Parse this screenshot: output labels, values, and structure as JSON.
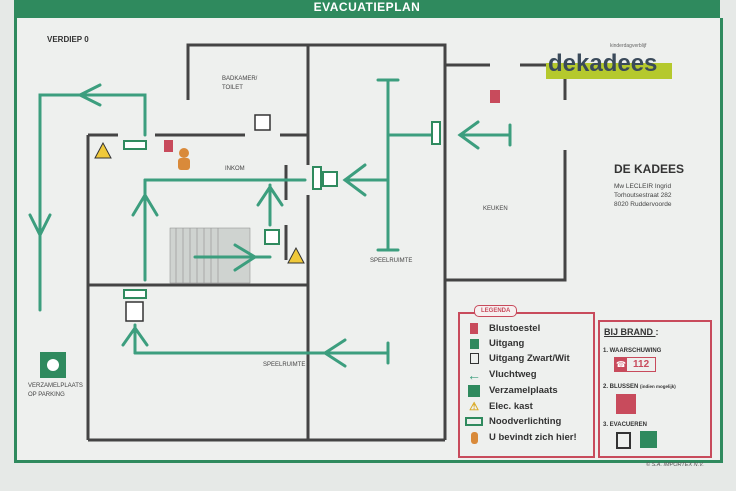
{
  "header": {
    "title": "EVACUATIEPLAN"
  },
  "plan": {
    "floor_label": "VERDIEP 0",
    "rooms": {
      "badkamer": "BADKAMER/",
      "toilet": "TOILET",
      "inkom": "INKOM",
      "speelruimte_center": "SPEELRUIMTE",
      "speelruimte_lower": "SPEELRUIMTE",
      "keuken": "KEUKEN"
    },
    "assembly": {
      "line1": "VERZAMELPLAATS",
      "line2": "OP PARKING"
    }
  },
  "logo": {
    "word": "dekadees",
    "sub": "kinderdagverblijf"
  },
  "organization": {
    "name": "DE KADEES",
    "contact": "Mw LECLEIR Ingrid",
    "street": "Torhoutsestraat 282",
    "city": "8020 Ruddervoorde"
  },
  "legend": {
    "title": "LEGENDA",
    "items": [
      {
        "label": "Blustoestel",
        "icon": "fire-extinguisher-icon"
      },
      {
        "label": "Uitgang",
        "icon": "exit-icon"
      },
      {
        "label": "Uitgang Zwart/Wit",
        "icon": "exit-bw-icon"
      },
      {
        "label": "Vluchtweg",
        "icon": "escape-arrow-icon"
      },
      {
        "label": "Verzamelplaats",
        "icon": "assembly-point-icon"
      },
      {
        "label": "Elec. kast",
        "icon": "electric-warning-icon"
      },
      {
        "label": "Noodverlichting",
        "icon": "emergency-light-icon"
      },
      {
        "label": "U bevindt zich hier!",
        "icon": "you-are-here-icon"
      }
    ]
  },
  "fire": {
    "title": "BIJ BRAND",
    "colon": ":",
    "step1": "1.  WAARSCHUWING",
    "phone": "112",
    "step2": "2.  BLUSSEN",
    "step2_note": "(indien mogelijk)",
    "step3": "3.  EVACUEREN"
  },
  "copyright": "© S.A. IMPORTEX N.V.",
  "colors": {
    "green": "#2f8a5e",
    "arrow": "#3c9e7e",
    "red": "#c84b5c",
    "wall": "#444444"
  }
}
